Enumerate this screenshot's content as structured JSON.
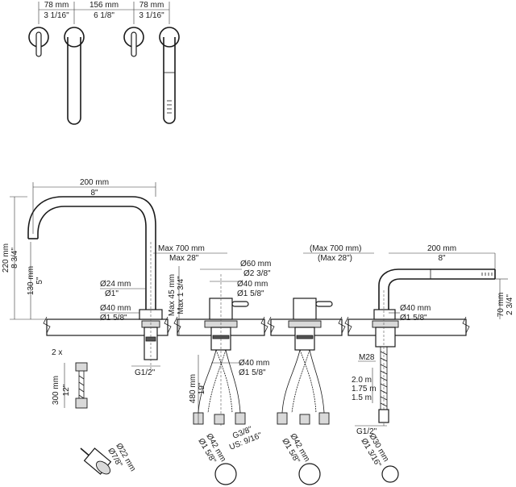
{
  "top_view": {
    "dim_left_mm": "78 mm",
    "dim_left_in": "3 1/16\"",
    "dim_center_mm": "156 mm",
    "dim_center_in": "6 1/8\"",
    "dim_right_mm": "78 mm",
    "dim_right_in": "3 1/16\""
  },
  "spout": {
    "reach_mm": "200 mm",
    "reach_in": "8\"",
    "height_mm": "220 mm",
    "height_in": "8 3/4\"",
    "outlet_height_mm": "130 mm",
    "outlet_height_in": "5\"",
    "spout_dia_mm": "Ø24 mm",
    "spout_dia_in": "Ø1\"",
    "base_dia_mm": "Ø40 mm",
    "base_dia_in": "Ø1 5/8\"",
    "thread": "G1/2\""
  },
  "deck": {
    "max_span_mm": "Max 700 mm",
    "max_span_in": "Max 28\"",
    "max_span_paren_mm": "(Max 700 mm)",
    "max_span_paren_in": "(Max 28\")",
    "max_deck_mm": "Max 45 mm",
    "max_deck_in": "Max 1 3/4\""
  },
  "valve": {
    "rosette_dia_mm": "Ø60 mm",
    "rosette_dia_in": "Ø2 3/8\"",
    "body_dia_mm": "Ø40 mm",
    "body_dia_in": "Ø1 5/8\"",
    "nut_dia_mm": "Ø40 mm",
    "nut_dia_in": "Ø1 5/8\"",
    "hose_len_mm": "480 mm",
    "hose_len_in": "19\"",
    "hose_thread": "G3/8\"",
    "hose_thread_us": "US: 9/16\""
  },
  "hand_shower": {
    "reach_mm": "200 mm",
    "reach_in": "8\"",
    "height_mm": "70 mm",
    "height_in": "2 3/4\"",
    "base_dia_mm": "Ø40 mm",
    "base_dia_in": "Ø1 5/8\"",
    "nut": "M28",
    "hose_2": "2.0 m",
    "hose_175": "1.75 m",
    "hose_15": "1.5 m",
    "thread": "G1/2\""
  },
  "extension": {
    "qty": "2 x",
    "len_mm": "300 mm",
    "len_in": "12\""
  },
  "accessories": {
    "drill_mm": "Ø22 mm",
    "drill_in": "Ø7/8\"",
    "knob1_mm": "Ø42 mm",
    "knob1_in": "Ø1 5/8\"",
    "knob2_mm": "Ø42 mm",
    "knob2_in": "Ø1 5/8\"",
    "cap_mm": "Ø30 mm",
    "cap_in": "Ø1 3/16\""
  }
}
